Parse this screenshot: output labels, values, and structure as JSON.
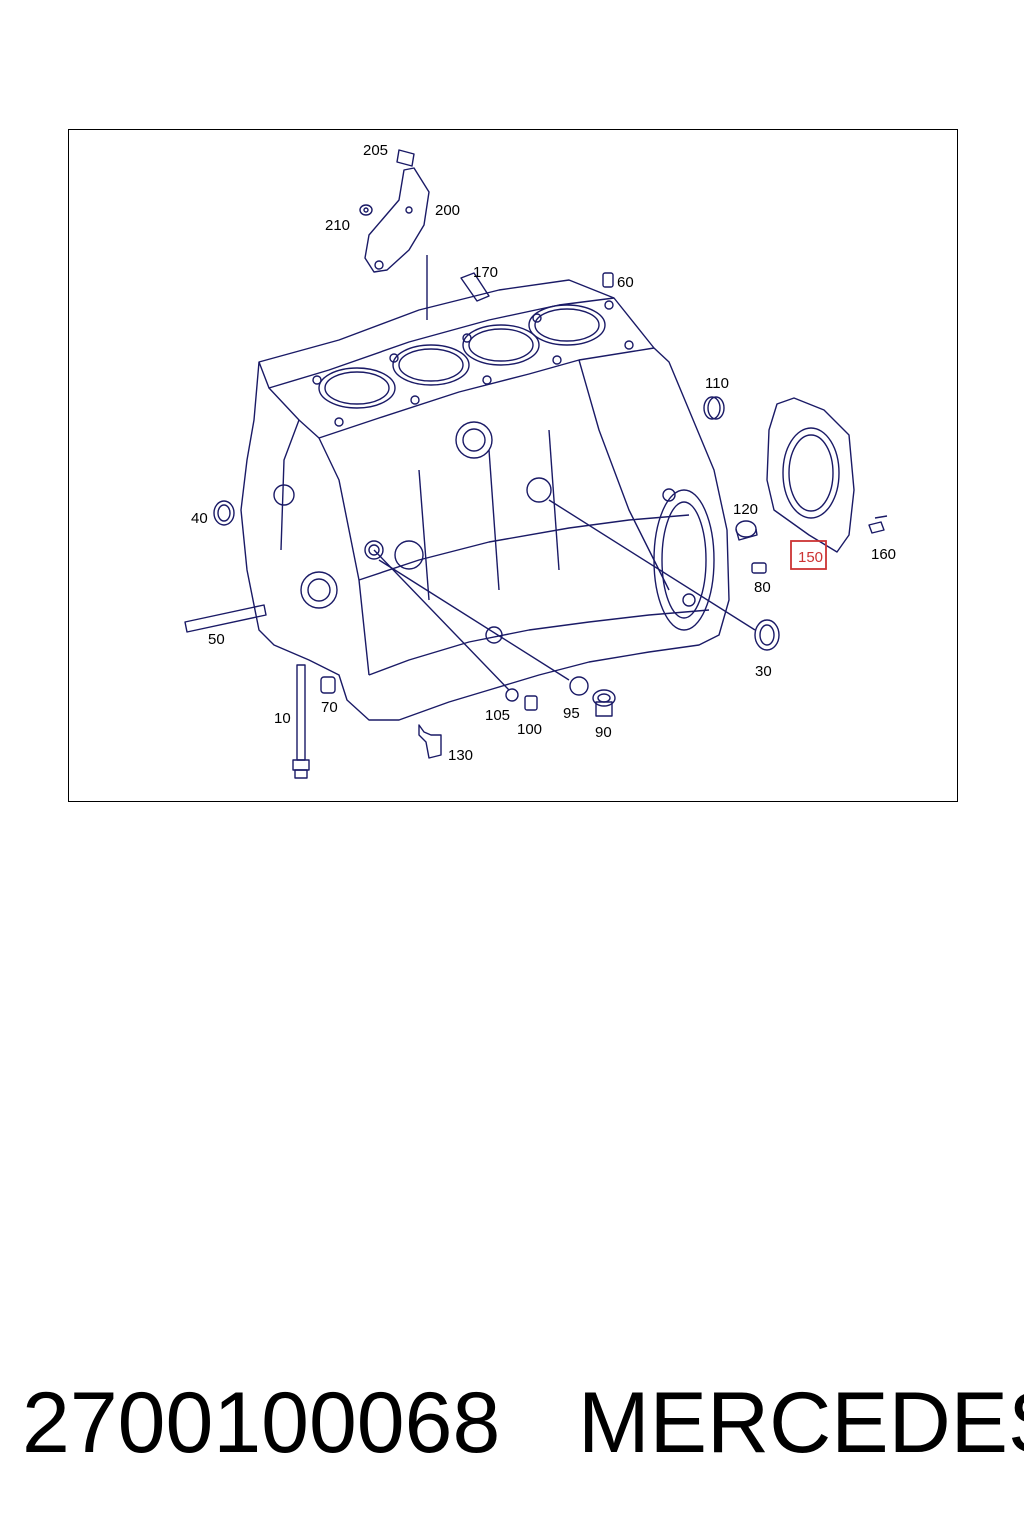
{
  "diagram": {
    "callouts": {
      "c205": "205",
      "c200": "200",
      "c210": "210",
      "c170": "170",
      "c60": "60",
      "c110": "110",
      "c40": "40",
      "c120": "120",
      "c150": "150",
      "c160": "160",
      "c80": "80",
      "c50": "50",
      "c30": "30",
      "c10": "10",
      "c70": "70",
      "c105": "105",
      "c100": "100",
      "c95": "95",
      "c90": "90",
      "c130": "130"
    },
    "highlighted_callout": "150",
    "highlight_color": "#cc3333",
    "line_color": "#1a1a66"
  },
  "footer": {
    "part_number": "2700100068",
    "brand": "MERCEDES"
  }
}
